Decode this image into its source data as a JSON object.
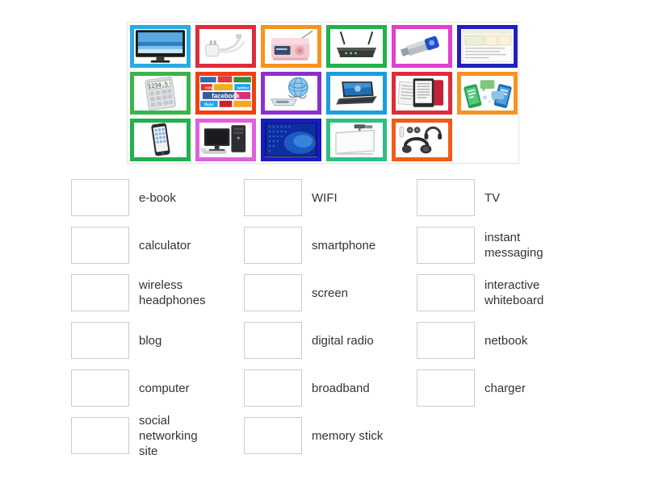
{
  "activity": {
    "type": "match-up-drag-and-drop",
    "tile_tray": {
      "name": "image-tile-tray",
      "columns": 6,
      "rows": 3,
      "tiles": [
        {
          "icon": "television-icon",
          "label": "TV",
          "border_color": "#29abe2"
        },
        {
          "icon": "charger-cable-icon",
          "label": "charger",
          "border_color": "#e02b3a"
        },
        {
          "icon": "digital-radio-icon",
          "label": "digital radio",
          "border_color": "#f7931e"
        },
        {
          "icon": "wifi-router-icon",
          "label": "WIFI",
          "border_color": "#22b14c"
        },
        {
          "icon": "usb-memory-stick-icon",
          "label": "memory stick",
          "border_color": "#e040d0"
        },
        {
          "icon": "blog-webpage-icon",
          "label": "blog",
          "border_color": "#2020c0"
        },
        {
          "icon": "calculator-icon",
          "label": "calculator",
          "border_color": "#39b54a"
        },
        {
          "icon": "social-network-collage-icon",
          "label": "social networking site",
          "border_color": "#f04010"
        },
        {
          "icon": "broadband-globe-modem-icon",
          "label": "broadband",
          "border_color": "#8b30d0"
        },
        {
          "icon": "netbook-laptop-icon",
          "label": "netbook",
          "border_color": "#1b9ee0"
        },
        {
          "icon": "ebook-reader-icon",
          "label": "e-book",
          "border_color": "#e02b3a"
        },
        {
          "icon": "instant-messaging-icon",
          "label": "instant messaging",
          "border_color": "#f7931e"
        },
        {
          "icon": "smartphone-icon",
          "label": "smartphone",
          "border_color": "#22b14c"
        },
        {
          "icon": "desktop-computer-icon",
          "label": "computer",
          "border_color": "#e060e0"
        },
        {
          "icon": "computer-screen-icon",
          "label": "screen",
          "border_color": "#1a1acc"
        },
        {
          "icon": "interactive-whiteboard-icon",
          "label": "interactive whiteboard",
          "border_color": "#2fbf84"
        },
        {
          "icon": "wireless-headphones-icon",
          "label": "wireless headphones",
          "border_color": "#f25c19"
        },
        {
          "icon": "empty-slot",
          "label": "",
          "border_color": "transparent"
        }
      ]
    },
    "answer_columns": [
      {
        "name": "answer-column-1",
        "items": [
          {
            "label": "e-book"
          },
          {
            "label": "calculator"
          },
          {
            "label": "wireless\nheadphones"
          },
          {
            "label": "blog"
          },
          {
            "label": "computer"
          },
          {
            "label": "social\nnetworking\nsite"
          }
        ]
      },
      {
        "name": "answer-column-2",
        "items": [
          {
            "label": "WIFI"
          },
          {
            "label": "smartphone"
          },
          {
            "label": "screen"
          },
          {
            "label": "digital radio"
          },
          {
            "label": "broadband"
          },
          {
            "label": "memory stick"
          }
        ]
      },
      {
        "name": "answer-column-3",
        "items": [
          {
            "label": "TV"
          },
          {
            "label": "instant\nmessaging"
          },
          {
            "label": "interactive\nwhiteboard"
          },
          {
            "label": "netbook"
          },
          {
            "label": "charger"
          },
          {
            "label": ""
          }
        ]
      }
    ]
  },
  "colors": {
    "page_background": "#ffffff",
    "tray_border": "#e3e3e3",
    "dropzone_border": "#cccccc",
    "label_text": "#333333"
  }
}
